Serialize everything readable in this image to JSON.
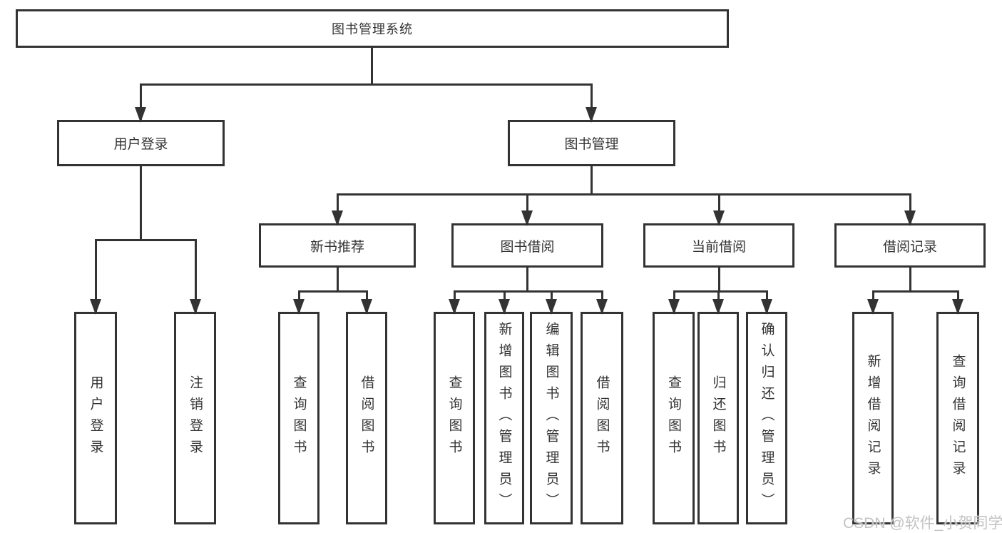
{
  "tree": {
    "root": {
      "label": "图书管理系统"
    },
    "children": [
      {
        "label": "用户登录",
        "children": [
          {
            "label": "用户登录"
          },
          {
            "label": "注销登录"
          }
        ]
      },
      {
        "label": "图书管理",
        "children": [
          {
            "label": "新书推荐",
            "children": [
              {
                "label": "查询图书"
              },
              {
                "label": "借阅图书"
              }
            ]
          },
          {
            "label": "图书借阅",
            "children": [
              {
                "label": "查询图书"
              },
              {
                "label": "新增图书（管理员）"
              },
              {
                "label": "编辑图书（管理员）"
              },
              {
                "label": "借阅图书"
              }
            ]
          },
          {
            "label": "当前借阅",
            "children": [
              {
                "label": "查询图书"
              },
              {
                "label": "归还图书"
              },
              {
                "label": "确认归还（管理员）"
              }
            ]
          },
          {
            "label": "借阅记录",
            "children": [
              {
                "label": "新增借阅记录"
              },
              {
                "label": "查询借阅记录"
              }
            ]
          }
        ]
      }
    ]
  },
  "watermark": "CSDN @软件_小贺同学",
  "colors": {
    "line": "#333333",
    "text": "#333333",
    "box_background": "#ffffff",
    "watermark": "#c3c3c3",
    "background": "#ffffff"
  }
}
